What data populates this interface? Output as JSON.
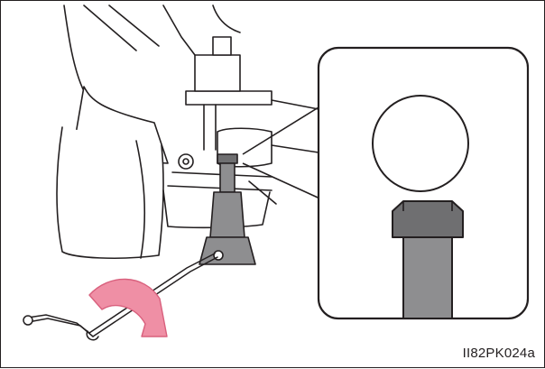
{
  "figure": {
    "code": "II82PK024a",
    "colors": {
      "line": "#231f20",
      "body_fill": "#ffffff",
      "jack_gray": "#8e8e90",
      "jack_dark": "#6f6f71",
      "arrow_pink": "#ef8fa5",
      "arrow_pink_dark": "#d9607d"
    },
    "icons": {
      "rotation_arrow": "curved-arrow-clockwise",
      "zoom_callout": "magnifier-callout"
    }
  }
}
